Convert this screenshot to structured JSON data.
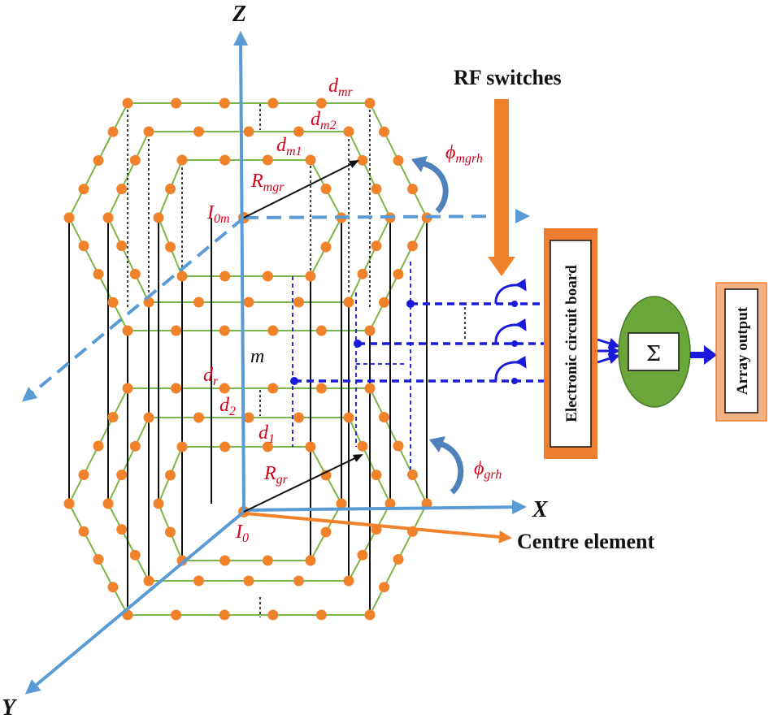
{
  "axes": {
    "z": "Z",
    "x": "X",
    "y": "Y"
  },
  "labels": {
    "d_mr": {
      "main": "d",
      "sub": "mr"
    },
    "d_m2": {
      "main": "d",
      "sub": "m2"
    },
    "d_m1": {
      "main": "d",
      "sub": "m1"
    },
    "R_mgr": {
      "main": "R",
      "sub": "mgr"
    },
    "I_0m": {
      "main": "I",
      "sub": "0m"
    },
    "phi_mgrh": {
      "main": "ϕ",
      "sub": "mgrh"
    },
    "m": "m",
    "d_r": {
      "main": "d",
      "sub": "r"
    },
    "d_2": {
      "main": "d",
      "sub": "2"
    },
    "d_1": {
      "main": "d",
      "sub": "1"
    },
    "R_gr": {
      "main": "R",
      "sub": "gr"
    },
    "phi_grh": {
      "main": "ϕ",
      "sub": "grh"
    },
    "I_0": {
      "main": "I",
      "sub": "0"
    }
  },
  "rf_switches": "RF switches",
  "centre_element": "Centre element",
  "circuit_board": "Electronic circuit board",
  "summer": "Σ",
  "array_output": "Array output",
  "colors": {
    "element": "#f0822b",
    "ring": "#7ab648",
    "axis": "#5b9bd5",
    "feed": "#1a1adb",
    "label": "#d9001b",
    "summer_fill": "#6aa63a"
  }
}
